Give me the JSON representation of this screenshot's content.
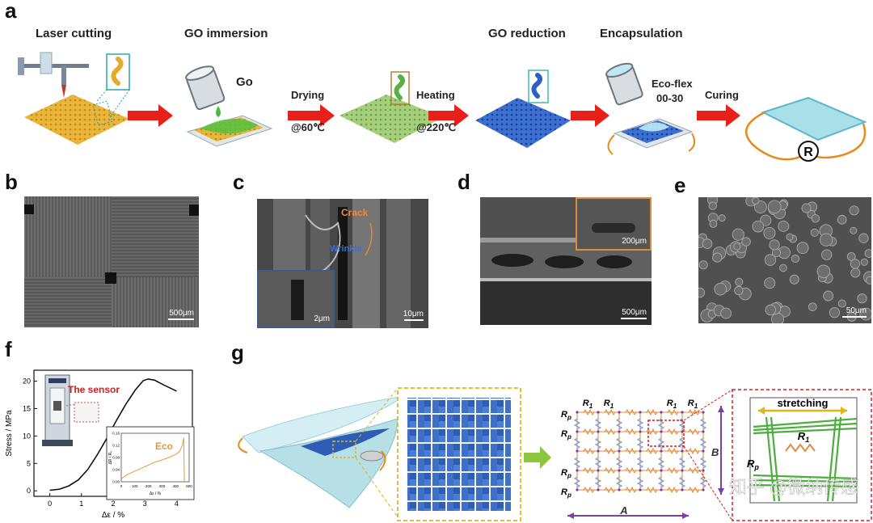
{
  "panels": {
    "a": "a",
    "b": "b",
    "c": "c",
    "d": "d",
    "e": "e",
    "f": "f",
    "g": "g"
  },
  "steps": {
    "laser": "Laser cutting",
    "immersion": "GO immersion",
    "reduction": "GO reduction",
    "encapsulation": "Encapsulation"
  },
  "annotations": {
    "go": "Go",
    "drying": "Drying",
    "drying_temp": "@60℃",
    "heating": "Heating",
    "heating_temp": "@220℃",
    "ecoflex": "Eco-flex",
    "ecoflex_grade": "00-30",
    "curing": "Curing",
    "resistor_symbol": "R"
  },
  "sem": {
    "b_scale": "500μm",
    "c_crack": "Crack",
    "c_wrinkle": "Wrinkle",
    "c_inset_scale": "2μm",
    "c_scale": "10μm",
    "d_inset_scale": "200μm",
    "d_scale": "500μm",
    "e_scale": "50μm"
  },
  "chart_data": {
    "type": "line",
    "xlabel": "Δε / %",
    "ylabel": "Stress / MPa",
    "xlim": [
      -0.5,
      4.5
    ],
    "ylim": [
      -1,
      22
    ],
    "xticks": [
      0,
      1,
      2,
      3,
      4
    ],
    "yticks": [
      0,
      5,
      10,
      15,
      20
    ],
    "series": [
      {
        "x": [
          0,
          0.3,
          0.6,
          0.9,
          1.2,
          1.5,
          1.8,
          2.1,
          2.4,
          2.7,
          2.95,
          3.1,
          3.3,
          3.6,
          4.0
        ],
        "y": [
          0.1,
          0.3,
          0.9,
          2.0,
          3.9,
          6.6,
          9.6,
          12.8,
          15.8,
          18.4,
          20.1,
          20.4,
          20.2,
          19.3,
          18.2
        ]
      }
    ],
    "annotation": "The sensor",
    "inset": {
      "label": "Eco",
      "xlabel": "Δε / %",
      "ylabel": "ΔR / R₀",
      "xticks": [
        0,
        100,
        200,
        300,
        400,
        500
      ],
      "yticks": [
        0.0,
        0.04,
        0.08,
        0.12,
        0.16
      ],
      "x": [
        0,
        50,
        100,
        150,
        200,
        250,
        300,
        350,
        400,
        430,
        450,
        460
      ],
      "y": [
        0.01,
        0.025,
        0.035,
        0.045,
        0.055,
        0.065,
        0.072,
        0.08,
        0.09,
        0.1,
        0.12,
        0.145
      ]
    }
  },
  "circuit": {
    "r1": "R",
    "r1_sub": "1",
    "rp": "R",
    "rp_sub": "p",
    "dim_a": "A",
    "dim_b": "B",
    "stretching": "stretching"
  },
  "watermark": "知乎 @微纳传感"
}
